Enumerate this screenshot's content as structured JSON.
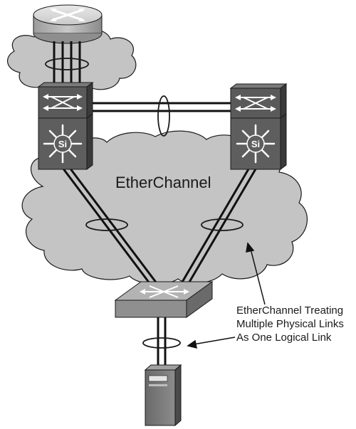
{
  "diagram": {
    "center_label": "EtherChannel",
    "annotation_lines": [
      "EtherChannel Treating",
      "Multiple Physical Links",
      "As One Logical Link"
    ],
    "switch_badge": "Si",
    "colors": {
      "cloud": "#c4c4c4",
      "cloud_outline": "#1a1a1a",
      "device_dark": "#3f3f3f",
      "device_mid": "#5a5a5a",
      "device_light": "#a9a9a9",
      "router_body": "#b9b9b9",
      "link": "#111111"
    }
  }
}
